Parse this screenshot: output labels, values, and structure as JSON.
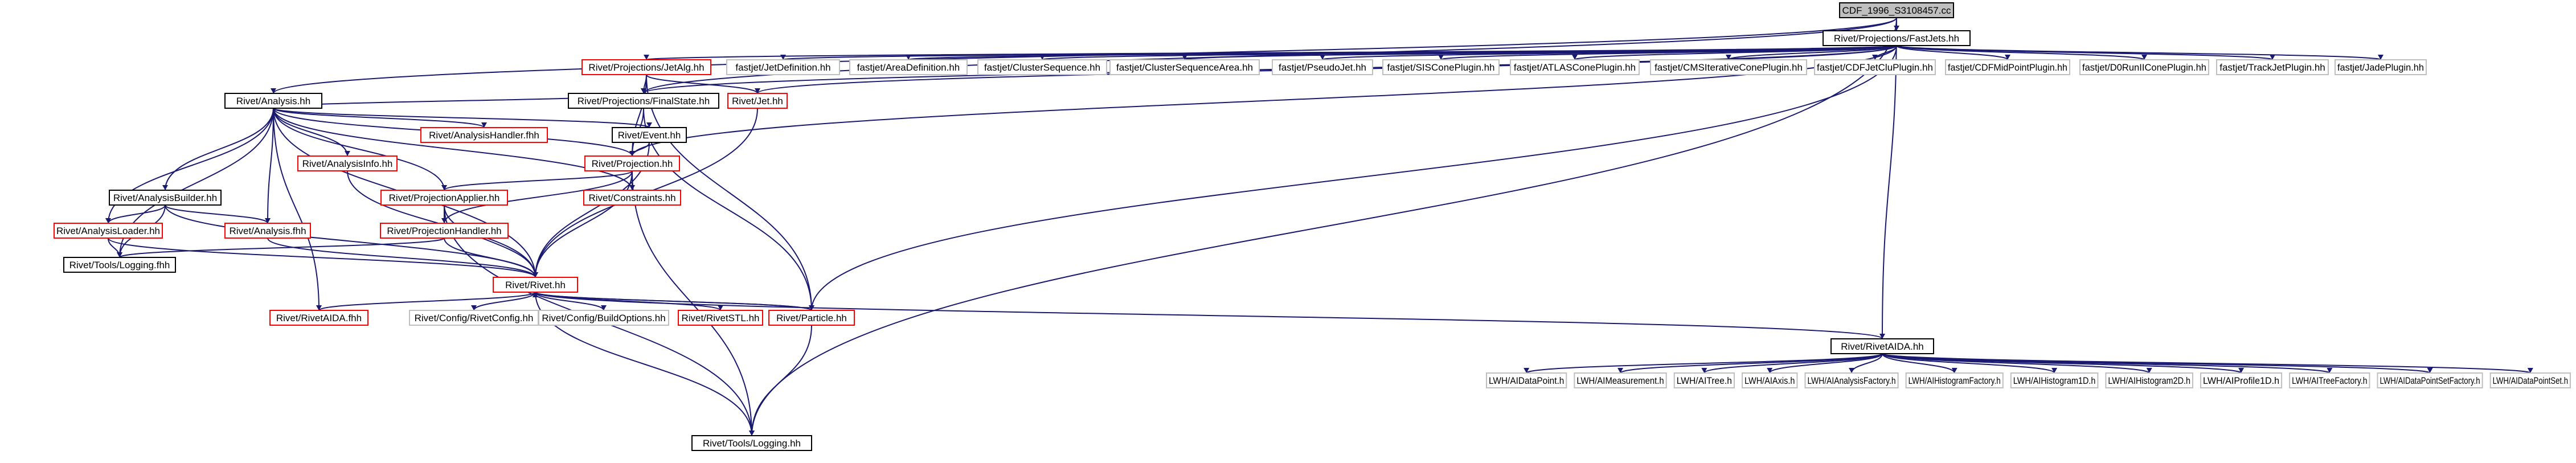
{
  "graph": {
    "edge_color": "#191970",
    "border_colors": {
      "black": "#000000",
      "red": "#ff0000",
      "grey": "#bfbfbf"
    },
    "nodes": [
      {
        "id": "root",
        "label": "CDF_1996_S3108457.cc",
        "style": "root"
      },
      {
        "id": "fastjets",
        "label": "Rivet/Projections/FastJets.hh",
        "style": "black"
      },
      {
        "id": "analysis",
        "label": "Rivet/Analysis.hh",
        "style": "black"
      },
      {
        "id": "aida",
        "label": "Rivet/RivetAIDA.hh",
        "style": "black"
      },
      {
        "id": "toolslogging_bottom",
        "label": "Rivet/Tools/Logging.hh",
        "style": "black"
      },
      {
        "id": "jetalg",
        "label": "Rivet/Projections/JetAlg.hh",
        "style": "red"
      },
      {
        "id": "jetdef",
        "label": "fastjet/JetDefinition.hh",
        "style": "grey"
      },
      {
        "id": "areadef",
        "label": "fastjet/AreaDefinition.hh",
        "style": "grey"
      },
      {
        "id": "clusterseq",
        "label": "fastjet/ClusterSequence.hh",
        "style": "grey"
      },
      {
        "id": "clusterseqarea",
        "label": "fastjet/ClusterSequenceArea.hh",
        "style": "grey"
      },
      {
        "id": "pseudojet",
        "label": "fastjet/PseudoJet.hh",
        "style": "grey"
      },
      {
        "id": "siscone",
        "label": "fastjet/SISConePlugin.hh",
        "style": "grey"
      },
      {
        "id": "atlascone",
        "label": "fastjet/ATLASConePlugin.hh",
        "style": "grey"
      },
      {
        "id": "cmsiter",
        "label": "fastjet/CMSIterativeConePlugin.hh",
        "style": "grey"
      },
      {
        "id": "cdfjetclu",
        "label": "fastjet/CDFJetCluPlugin.hh",
        "style": "grey"
      },
      {
        "id": "cdfmidpoint",
        "label": "fastjet/CDFMidPointPlugin.hh",
        "style": "grey"
      },
      {
        "id": "d0run",
        "label": "fastjet/D0RunIIConePlugin.hh",
        "style": "grey"
      },
      {
        "id": "trackjet",
        "label": "fastjet/TrackJetPlugin.hh",
        "style": "grey"
      },
      {
        "id": "jade",
        "label": "fastjet/JadePlugin.hh",
        "style": "grey"
      },
      {
        "id": "jet",
        "label": "Rivet/Jet.hh",
        "style": "red"
      },
      {
        "id": "finalstate",
        "label": "Rivet/Projections/FinalState.hh",
        "style": "black"
      },
      {
        "id": "event",
        "label": "Rivet/Event.hh",
        "style": "black"
      },
      {
        "id": "analysishandler",
        "label": "Rivet/AnalysisHandler.fhh",
        "style": "red"
      },
      {
        "id": "analysisinfo",
        "label": "Rivet/AnalysisInfo.hh",
        "style": "red"
      },
      {
        "id": "projection",
        "label": "Rivet/Projection.hh",
        "style": "red"
      },
      {
        "id": "analysisbuilder",
        "label": "Rivet/AnalysisBuilder.hh",
        "style": "black"
      },
      {
        "id": "projapplier",
        "label": "Rivet/ProjectionApplier.hh",
        "style": "red"
      },
      {
        "id": "constraints",
        "label": "Rivet/Constraints.hh",
        "style": "red"
      },
      {
        "id": "analysisloader",
        "label": "Rivet/AnalysisLoader.hh",
        "style": "red"
      },
      {
        "id": "analysisfhh",
        "label": "Rivet/Analysis.fhh",
        "style": "red"
      },
      {
        "id": "projhandler",
        "label": "Rivet/ProjectionHandler.hh",
        "style": "red"
      },
      {
        "id": "toolslogging_fhh",
        "label": "Rivet/Tools/Logging.fhh",
        "style": "black"
      },
      {
        "id": "rivet",
        "label": "Rivet/Rivet.hh",
        "style": "red"
      },
      {
        "id": "rivetaidafhh",
        "label": "Rivet/RivetAIDA.fhh",
        "style": "red"
      },
      {
        "id": "rivetconfig",
        "label": "Rivet/Config/RivetConfig.hh",
        "style": "grey"
      },
      {
        "id": "buildoptions",
        "label": "Rivet/Config/BuildOptions.hh",
        "style": "grey"
      },
      {
        "id": "rivetstl",
        "label": "Rivet/RivetSTL.hh",
        "style": "red"
      },
      {
        "id": "particle",
        "label": "Rivet/Particle.hh",
        "style": "red"
      },
      {
        "id": "datapoint",
        "label": "LWH/AIDataPoint.h",
        "style": "grey"
      },
      {
        "id": "measurement",
        "label": "LWH/AIMeasurement.h",
        "style": "grey"
      },
      {
        "id": "aitree",
        "label": "LWH/AITree.h",
        "style": "grey"
      },
      {
        "id": "aiaxis",
        "label": "LWH/AIAxis.h",
        "style": "grey"
      },
      {
        "id": "analysisfactory",
        "label": "LWH/AIAnalysisFactory.h",
        "style": "grey"
      },
      {
        "id": "histfactory",
        "label": "LWH/AIHistogramFactory.h",
        "style": "grey"
      },
      {
        "id": "hist1d",
        "label": "LWH/AIHistogram1D.h",
        "style": "grey"
      },
      {
        "id": "hist2d",
        "label": "LWH/AIHistogram2D.h",
        "style": "grey"
      },
      {
        "id": "profile1d",
        "label": "LWH/AIProfile1D.h",
        "style": "grey"
      },
      {
        "id": "treefactory",
        "label": "LWH/AITreeFactory.h",
        "style": "grey"
      },
      {
        "id": "dpsfactory",
        "label": "LWH/AIDataPointSetFactory.h",
        "style": "grey"
      },
      {
        "id": "dps",
        "label": "LWH/AIDataPointSet.h",
        "style": "grey"
      }
    ],
    "edges": [
      [
        "root",
        "fastjets"
      ],
      [
        "root",
        "analysis"
      ],
      [
        "root",
        "aida"
      ],
      [
        "root",
        "toolslogging_bottom"
      ],
      [
        "root",
        "finalstate"
      ],
      [
        "fastjets",
        "jetalg"
      ],
      [
        "fastjets",
        "jetdef"
      ],
      [
        "fastjets",
        "areadef"
      ],
      [
        "fastjets",
        "clusterseq"
      ],
      [
        "fastjets",
        "clusterseqarea"
      ],
      [
        "fastjets",
        "pseudojet"
      ],
      [
        "fastjets",
        "siscone"
      ],
      [
        "fastjets",
        "atlascone"
      ],
      [
        "fastjets",
        "cmsiter"
      ],
      [
        "fastjets",
        "cdfjetclu"
      ],
      [
        "fastjets",
        "cdfmidpoint"
      ],
      [
        "fastjets",
        "d0run"
      ],
      [
        "fastjets",
        "trackjet"
      ],
      [
        "fastjets",
        "jade"
      ],
      [
        "fastjets",
        "jet"
      ],
      [
        "fastjets",
        "finalstate"
      ],
      [
        "fastjets",
        "projection"
      ],
      [
        "fastjets",
        "particle"
      ],
      [
        "jetalg",
        "finalstate"
      ],
      [
        "jetalg",
        "jet"
      ],
      [
        "jetalg",
        "projection"
      ],
      [
        "jetalg",
        "particle"
      ],
      [
        "jet",
        "rivet"
      ],
      [
        "finalstate",
        "projection"
      ],
      [
        "finalstate",
        "particle"
      ],
      [
        "analysis",
        "finalstate"
      ],
      [
        "analysis",
        "event"
      ],
      [
        "analysis",
        "analysishandler"
      ],
      [
        "analysis",
        "analysisinfo"
      ],
      [
        "analysis",
        "projection"
      ],
      [
        "analysis",
        "analysisbuilder"
      ],
      [
        "analysis",
        "projapplier"
      ],
      [
        "analysis",
        "constraints"
      ],
      [
        "analysis",
        "analysisloader"
      ],
      [
        "analysis",
        "analysisfhh"
      ],
      [
        "analysis",
        "toolslogging_fhh"
      ],
      [
        "analysis",
        "rivet"
      ],
      [
        "analysis",
        "rivetaidafhh"
      ],
      [
        "event",
        "projection"
      ],
      [
        "event",
        "rivet"
      ],
      [
        "analysisinfo",
        "rivet"
      ],
      [
        "projection",
        "projapplier"
      ],
      [
        "projection",
        "constraints"
      ],
      [
        "projection",
        "projhandler"
      ],
      [
        "projection",
        "rivet"
      ],
      [
        "projection",
        "toolslogging_bottom"
      ],
      [
        "analysisbuilder",
        "analysisloader"
      ],
      [
        "analysisbuilder",
        "analysisfhh"
      ],
      [
        "analysisbuilder",
        "toolslogging_fhh"
      ],
      [
        "analysisbuilder",
        "rivet"
      ],
      [
        "projapplier",
        "projhandler"
      ],
      [
        "projapplier",
        "rivet"
      ],
      [
        "projapplier",
        "toolslogging_bottom"
      ],
      [
        "projhandler",
        "rivet"
      ],
      [
        "projhandler",
        "toolslogging_fhh"
      ],
      [
        "analysisloader",
        "toolslogging_fhh"
      ],
      [
        "analysisloader",
        "rivet"
      ],
      [
        "analysisfhh",
        "rivet"
      ],
      [
        "rivet",
        "rivetaidafhh"
      ],
      [
        "rivet",
        "rivetconfig"
      ],
      [
        "rivet",
        "buildoptions"
      ],
      [
        "rivet",
        "rivetstl"
      ],
      [
        "rivet",
        "particle"
      ],
      [
        "rivet",
        "toolslogging_bottom"
      ],
      [
        "particle",
        "rivet"
      ],
      [
        "particle",
        "toolslogging_bottom"
      ],
      [
        "aida",
        "rivet"
      ],
      [
        "aida",
        "datapoint"
      ],
      [
        "aida",
        "measurement"
      ],
      [
        "aida",
        "aitree"
      ],
      [
        "aida",
        "aiaxis"
      ],
      [
        "aida",
        "analysisfactory"
      ],
      [
        "aida",
        "histfactory"
      ],
      [
        "aida",
        "hist1d"
      ],
      [
        "aida",
        "hist2d"
      ],
      [
        "aida",
        "profile1d"
      ],
      [
        "aida",
        "treefactory"
      ],
      [
        "aida",
        "dpsfactory"
      ],
      [
        "aida",
        "dps"
      ]
    ]
  }
}
